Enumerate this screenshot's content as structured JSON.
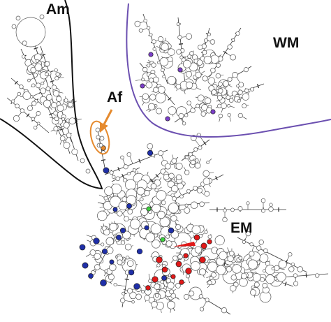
{
  "labels": {
    "am": "Am",
    "wm": "WM",
    "af": "Af",
    "em": "EM"
  },
  "colors": {
    "am_boundary": "#111111",
    "wm_boundary": "#6b4fb0",
    "af_highlight": "#e58a2e",
    "node_fill": "#ffffff",
    "node_stroke": "#555555",
    "edge": "#333333",
    "node_blue": "#1f2fa8",
    "node_red": "#e01818",
    "node_green": "#3ccf3c",
    "node_purple": "#7b3fc8",
    "node_orange": "#e58a2e"
  },
  "node_categories": [
    "uncolored",
    "blue",
    "red",
    "green",
    "purple",
    "orange"
  ]
}
